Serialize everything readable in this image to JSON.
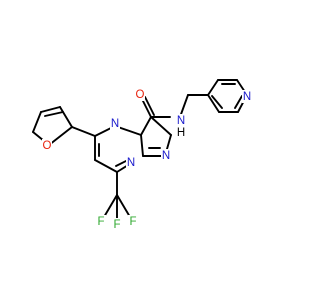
{
  "molecule": {
    "colors": {
      "bond": "#000000",
      "N": "#1a1acc",
      "O": "#e8220d",
      "F": "#2ea82e"
    },
    "atoms": [
      {
        "id": "N_amide",
        "label": "N"
      },
      {
        "id": "H_amide",
        "label": "H"
      },
      {
        "id": "O_carbonyl",
        "label": "O"
      },
      {
        "id": "N_pyridine",
        "label": "N"
      },
      {
        "id": "N_pyrimidine",
        "label": "N"
      },
      {
        "id": "N_bridge",
        "label": "N"
      },
      {
        "id": "N_pyrazole",
        "label": "N"
      },
      {
        "id": "O_furan",
        "label": "O"
      },
      {
        "id": "F_left",
        "label": "F"
      },
      {
        "id": "F_middle",
        "label": "F"
      },
      {
        "id": "F_right",
        "label": "F"
      }
    ]
  }
}
